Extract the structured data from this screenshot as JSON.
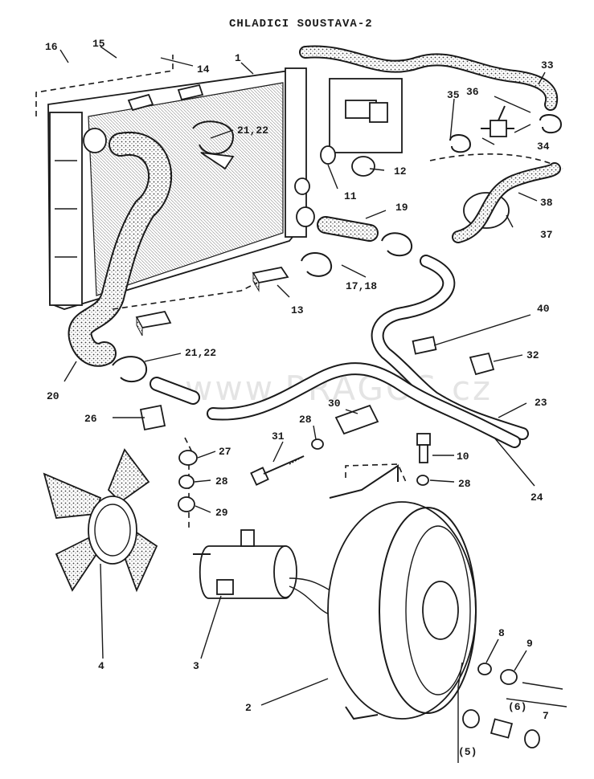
{
  "title": "CHLADICI SOUSTAVA-2",
  "watermark": "www.PRAGOS.cz",
  "callouts": [
    "1",
    "2",
    "3",
    "4",
    "7",
    "8",
    "9",
    "10",
    "11",
    "12",
    "13",
    "14",
    "15",
    "16",
    "17,18",
    "19",
    "20",
    "21,22",
    "21,22",
    "23",
    "24",
    "26",
    "27",
    "28",
    "28",
    "28",
    "29",
    "30",
    "31",
    "32",
    "33",
    "34",
    "35",
    "36",
    "37",
    "38",
    "40",
    "(5)",
    "(6)"
  ],
  "colors": {
    "ink": "#1a1a1a",
    "paper": "#ffffff",
    "texture": "#5a5a5a"
  }
}
